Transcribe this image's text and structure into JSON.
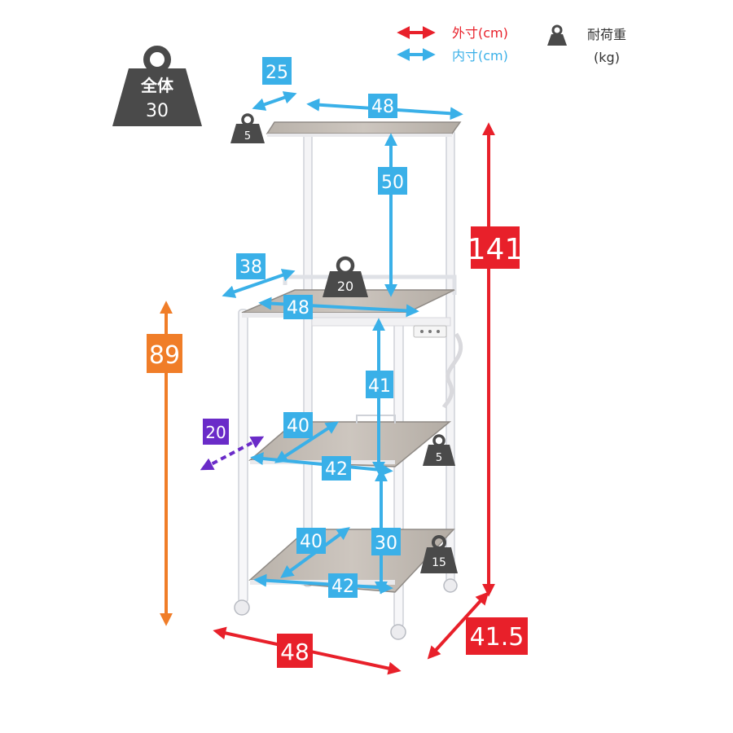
{
  "legend": {
    "outer_label": "外寸(cm)",
    "inner_label": "内寸(cm)",
    "load_label_line1": "耐荷重",
    "load_label_line2": "(kg)",
    "outer_color": "#e8202a",
    "inner_color": "#3ab0e8"
  },
  "total_weight": {
    "label": "全体",
    "value": "30",
    "color": "#4a4a4a"
  },
  "outer_dimensions": {
    "height_total": "141",
    "height_lower": "89",
    "width": "48",
    "depth": "41.5",
    "outer_color": "#e8202a",
    "lower_height_color": "#f07d28"
  },
  "inner_dimensions": {
    "top_depth": "25",
    "top_width": "48",
    "top_clearance": "50",
    "mid_depth": "38",
    "mid_width": "48",
    "mid_clearance": "41",
    "shelf2_depth": "40",
    "shelf2_width": "42",
    "shelf2_rail": "20",
    "shelf3_depth": "40",
    "shelf3_width": "42",
    "shelf3_clearance": "30",
    "rail_color": "#6a2bc8"
  },
  "load_limits": {
    "top_shelf": "5",
    "mid_shelf": "20",
    "shelf2": "5",
    "bottom_shelf": "15"
  }
}
